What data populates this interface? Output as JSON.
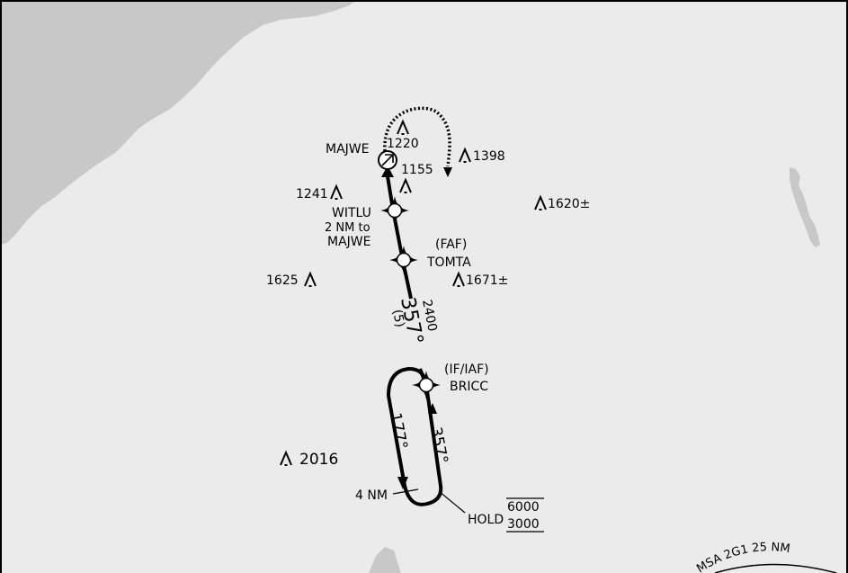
{
  "fixes": {
    "majwe": {
      "name": "MAJWE"
    },
    "witlu": {
      "name": "WITLU",
      "note_line1": "2 NM to",
      "note_line2": "MAJWE"
    },
    "tomta": {
      "role": "(FAF)",
      "name": "TOMTA"
    },
    "bricc": {
      "role": "(IF/IAF)",
      "name": "BRICC"
    }
  },
  "elevations": {
    "e1220": "1220",
    "e1155": "1155",
    "e1398": "1398",
    "e1241": "1241",
    "e1620": "1620±",
    "e1625": "1625",
    "e1671": "1671±",
    "e2016": "2016"
  },
  "final_course": {
    "course": "357°",
    "altitude": "2400",
    "distance": "(5)"
  },
  "holding": {
    "outbound": "177°",
    "inbound": "357°",
    "leg_length": "4 NM",
    "label": "HOLD",
    "altitude_max": "6000",
    "altitude_min": "3000"
  },
  "msa": {
    "label": "MSA 2G1 25 NM"
  },
  "colors": {
    "land": "#c8c8c8",
    "water": "#ebebeb",
    "ink": "#000000"
  }
}
